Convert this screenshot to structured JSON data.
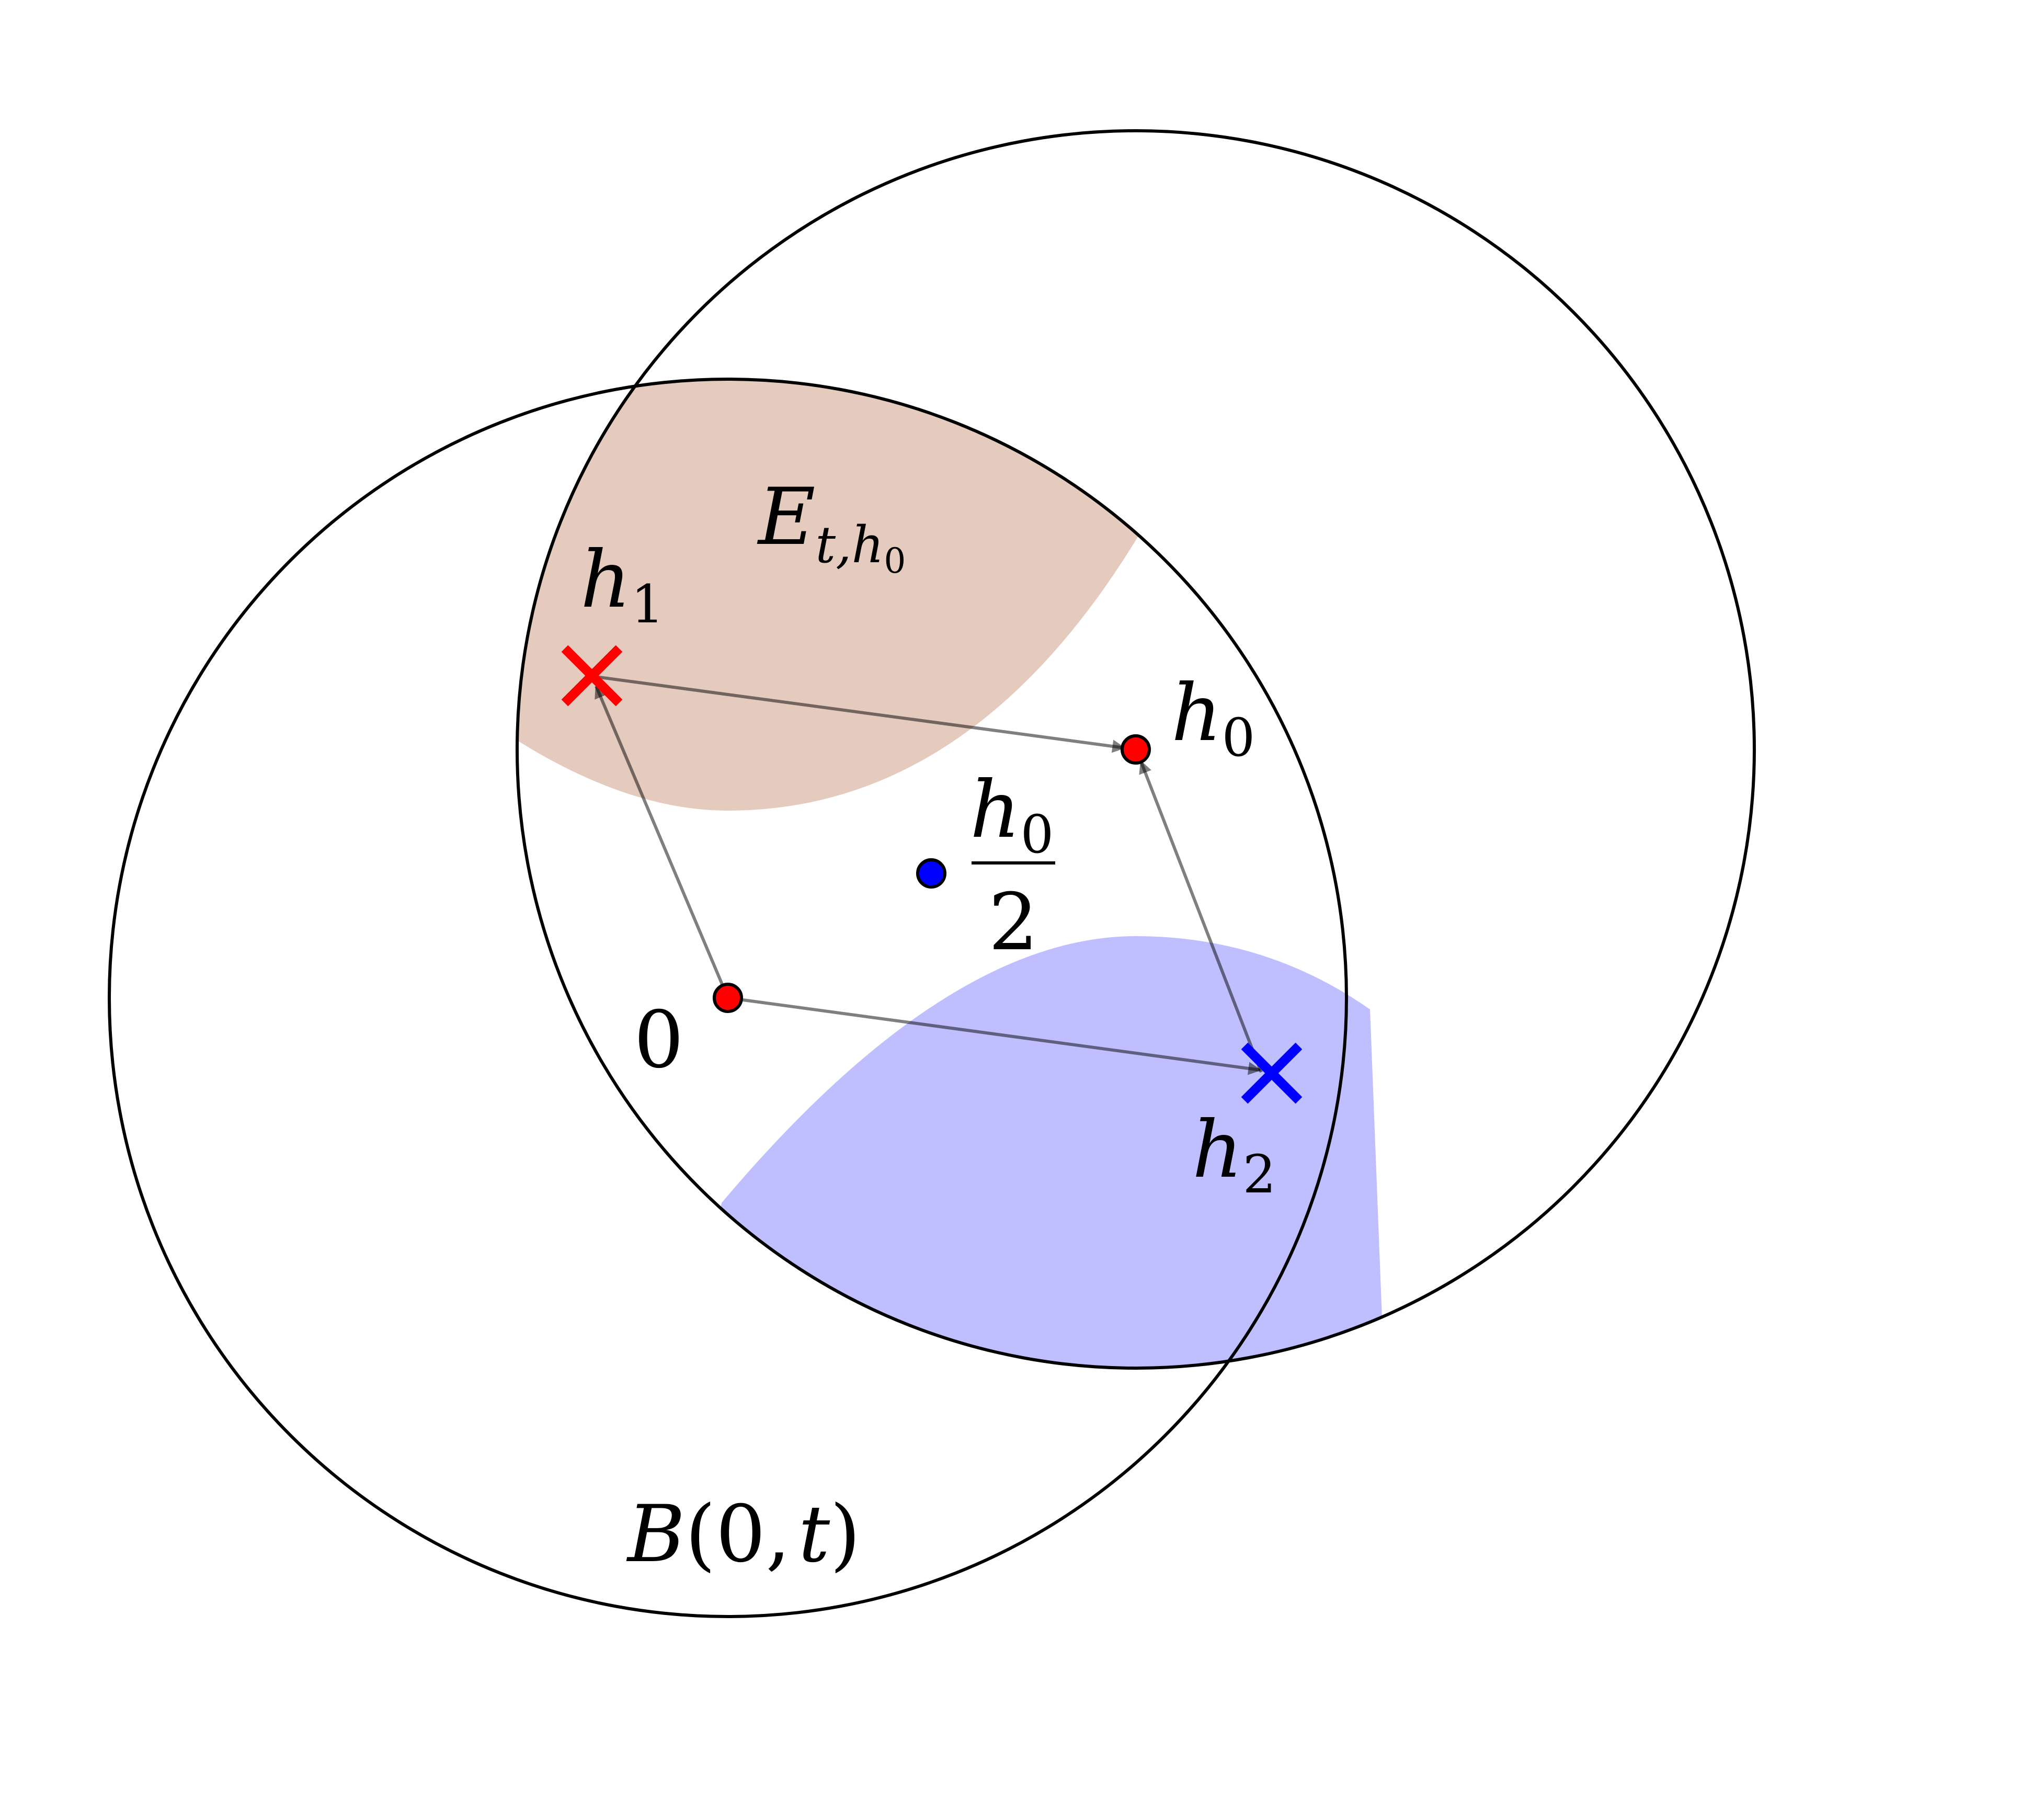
{
  "labels": {
    "region_top": {
      "main": "E",
      "sub1": "t,",
      "sub2": "h",
      "sub3": "0"
    },
    "h1": {
      "main": "h",
      "sub": "1"
    },
    "h0": {
      "main": "h",
      "sub": "0"
    },
    "h2": {
      "main": "h",
      "sub": "2"
    },
    "half_h0": {
      "num_main": "h",
      "num_sub": "0",
      "den": "2"
    },
    "origin": "0",
    "ball": {
      "b": "B",
      "open": "(",
      "zero": "0",
      "comma": ",",
      "t": "t",
      "close": ")"
    }
  },
  "colors": {
    "outline": "#000000",
    "region_top_fill": "#e5cbbe",
    "region_bottom_fill": "#bfbfff",
    "point_red": "#ff0000",
    "point_blue": "#0000ff",
    "cross_red": "#ff0000",
    "cross_blue": "#0000ff",
    "arrow": "#000000"
  }
}
